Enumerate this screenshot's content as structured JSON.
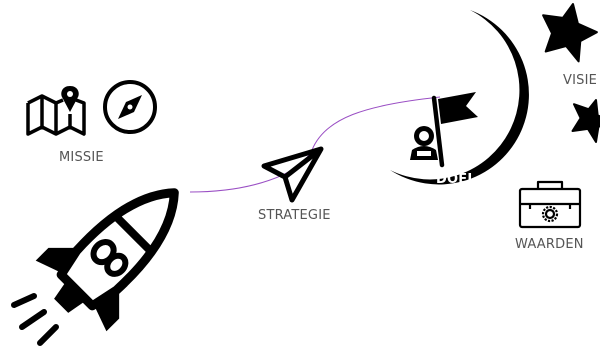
{
  "diagram": {
    "labels": {
      "missie": "MISSIE",
      "strategie": "STRATEGIE",
      "visie": "VISIE",
      "waarden": "WAARDEN",
      "doel": "DOEL"
    },
    "colors": {
      "path": "#9a4fc4",
      "ink": "#000000",
      "label": "#555555",
      "doel_label": "#ffffff"
    },
    "icons": [
      "map-pin-icon",
      "compass-icon",
      "rocket-icon",
      "paper-plane-icon",
      "crescent-moon-icon",
      "star-icon",
      "flag-icon",
      "astronaut-icon",
      "toolbox-gear-icon"
    ]
  }
}
